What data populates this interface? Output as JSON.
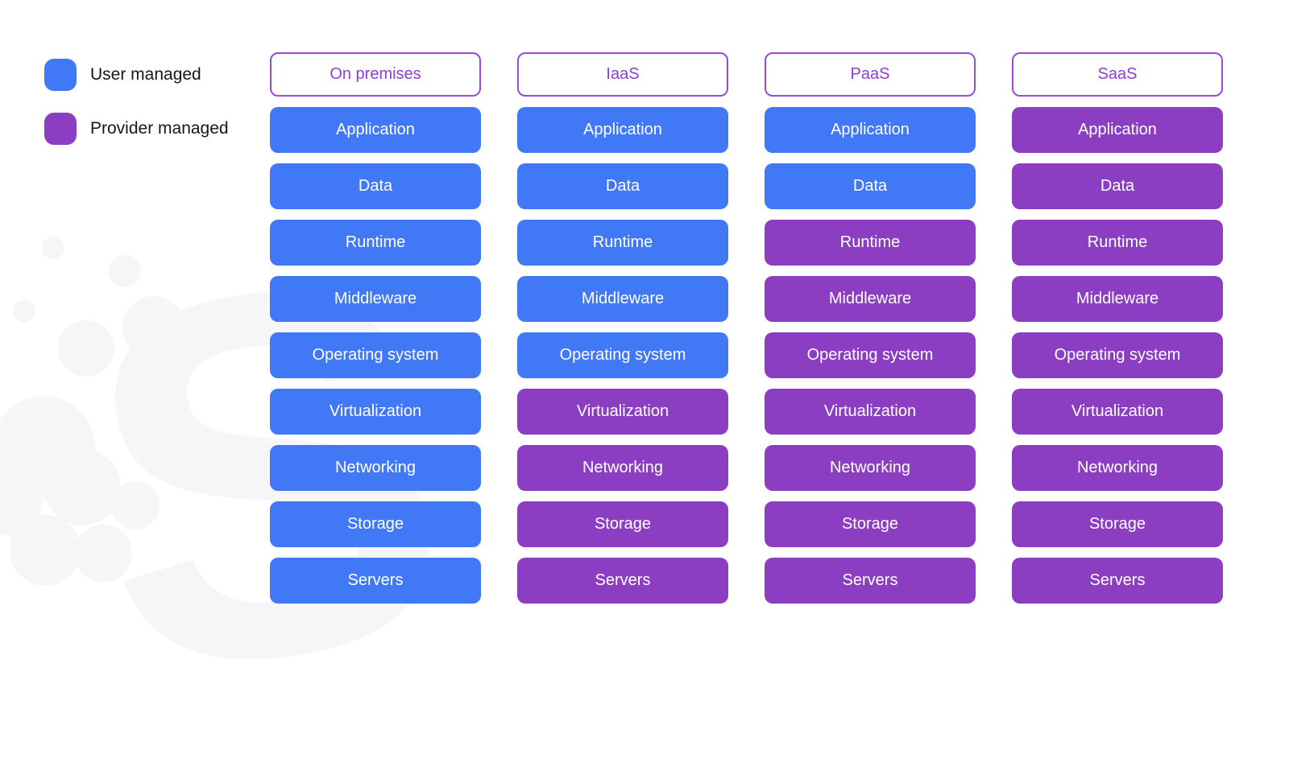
{
  "legend": {
    "items": [
      {
        "id": "user",
        "label": "User managed",
        "color": "#4178f5"
      },
      {
        "id": "provider",
        "label": "Provider managed",
        "color": "#8c3ec3"
      }
    ]
  },
  "layers": [
    "Application",
    "Data",
    "Runtime",
    "Middleware",
    "Operating system",
    "Virtualization",
    "Networking",
    "Storage",
    "Servers"
  ],
  "columns": [
    {
      "title": "On premises",
      "managed": [
        "user",
        "user",
        "user",
        "user",
        "user",
        "user",
        "user",
        "user",
        "user"
      ]
    },
    {
      "title": "IaaS",
      "managed": [
        "user",
        "user",
        "user",
        "user",
        "user",
        "provider",
        "provider",
        "provider",
        "provider"
      ]
    },
    {
      "title": "PaaS",
      "managed": [
        "user",
        "user",
        "provider",
        "provider",
        "provider",
        "provider",
        "provider",
        "provider",
        "provider"
      ]
    },
    {
      "title": "SaaS",
      "managed": [
        "provider",
        "provider",
        "provider",
        "provider",
        "provider",
        "provider",
        "provider",
        "provider",
        "provider"
      ]
    }
  ],
  "colors": {
    "user_managed": "#4178f5",
    "provider_managed": "#8c3ec3",
    "header_text": "#8e3ed2",
    "header_border": "#9a4ad4",
    "cell_text": "#ffffff",
    "legend_text": "#16161c",
    "background": "#ffffff",
    "watermark": "#f6f6f8"
  },
  "watermark": {
    "letter": "S"
  }
}
